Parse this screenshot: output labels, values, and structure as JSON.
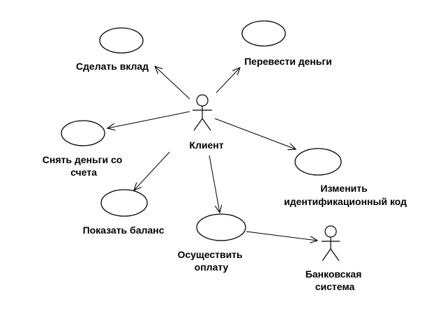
{
  "actors": {
    "client": "Клиент",
    "bank": [
      "Банковская",
      "система"
    ]
  },
  "use_cases": {
    "deposit": [
      "Сделать вклад"
    ],
    "transfer": [
      "Перевести деньги"
    ],
    "withdraw": [
      "Снять деньги со",
      "счета"
    ],
    "change_pin": [
      "Изменить",
      "идентификационный код"
    ],
    "balance": [
      "Показать баланс"
    ],
    "payment": [
      "Осуществить",
      "оплату"
    ]
  },
  "colors": {
    "line": "#000000",
    "background": "#ffffff"
  }
}
